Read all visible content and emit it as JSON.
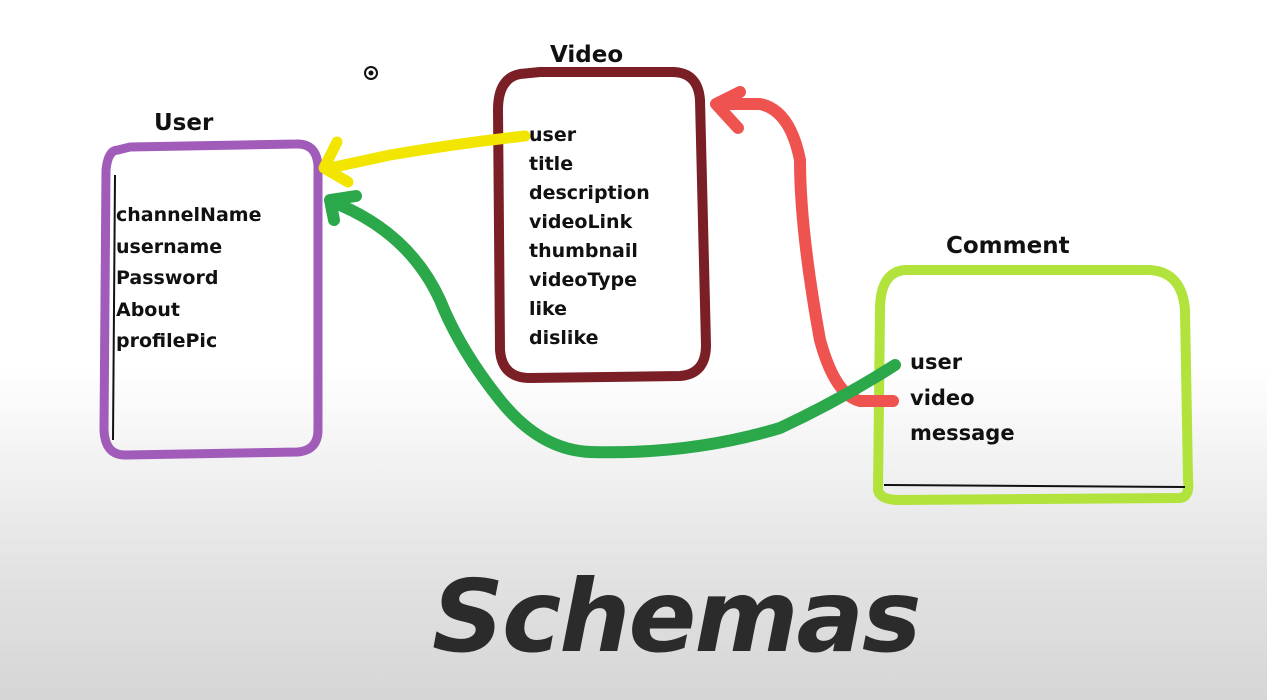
{
  "entities": {
    "user": {
      "title": "User",
      "fields": [
        "channelName",
        "username",
        "Password",
        "About",
        "profilePic"
      ],
      "color": "#9b59b6"
    },
    "video": {
      "title": "Video",
      "fields": [
        "user",
        "title",
        "description",
        "videoLink",
        "thumbnail",
        "videoType",
        "like",
        "dislike"
      ],
      "color": "#7a1f25"
    },
    "comment": {
      "title": "Comment",
      "fields": [
        "user",
        "video",
        "message"
      ],
      "color": "#a7d830"
    }
  },
  "relations": [
    {
      "from": "video.user",
      "to": "User",
      "color": "#f2e600"
    },
    {
      "from": "comment.user",
      "to": "User",
      "color": "#2aa84a"
    },
    {
      "from": "comment.video",
      "to": "Video",
      "color": "#ef5350"
    }
  ],
  "caption": "Schemas"
}
